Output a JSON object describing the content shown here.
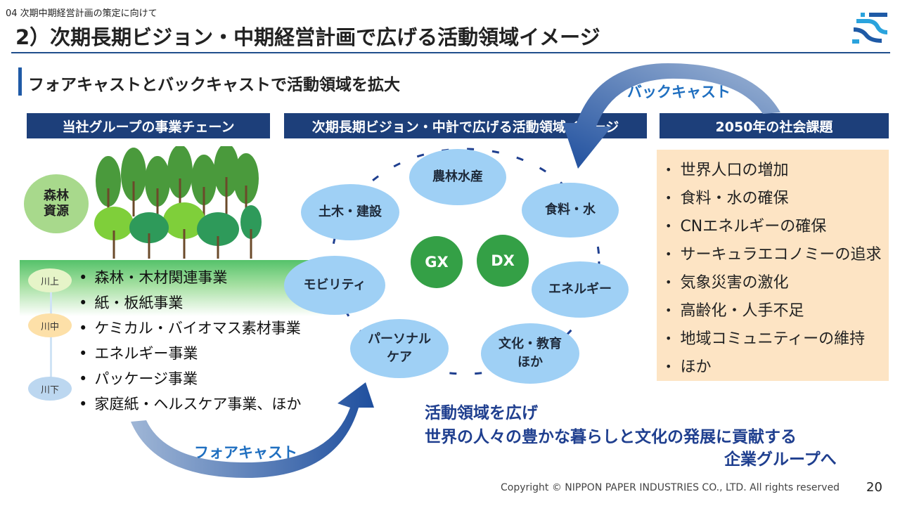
{
  "header": {
    "section": "04  次期中期経営計画の策定に向けて",
    "title": "2）次期長期ビジョン・中期経営計画で広げる活動領域イメージ",
    "subtitle": "フォアキャストとバックキャストで活動領域を拡大"
  },
  "columns": {
    "left": "当社グループの事業チェーン",
    "center": "次期長期ビジョン・中計で広げる活動領域イメージ",
    "right": "2050年の社会課題"
  },
  "forest": {
    "label_line1": "森林",
    "label_line2": "資源"
  },
  "river": {
    "upper": "川上",
    "middle": "川中",
    "lower": "川下"
  },
  "business_chain": [
    "森林・木材関連事業",
    "紙・板紙事業",
    "ケミカル・バイオマス素材事業",
    "エネルギー事業",
    "パッケージ事業",
    "家庭紙・ヘルスケア事業、ほか"
  ],
  "domains": {
    "agriculture": "農林水産",
    "food": "食料・水",
    "energy": "エネルギー",
    "culture_line1": "文化・教育",
    "culture_line2": "ほか",
    "personal_line1": "パーソナル",
    "personal_line2": "ケア",
    "mobility": "モビリティ",
    "civil": "土木・建設",
    "gx": "GX",
    "dx": "DX"
  },
  "social_issues": [
    "世界人口の増加",
    "食料・水の確保",
    "CNエネルギーの確保",
    "サーキュラエコノミーの追求",
    "気象災害の激化",
    "高齢化・人手不足",
    "地域コミュニティーの維持",
    "ほか"
  ],
  "arrows": {
    "backcast": "バックキャスト",
    "forecast": "フォアキャスト"
  },
  "conclusion": {
    "line1": "活動領域を広げ",
    "line2": "世界の人々の豊かな暮らしと文化の発展に貢献する",
    "line3": "企業グループへ"
  },
  "footer": {
    "copyright": "Copyright © NIPPON PAPER INDUSTRIES CO., LTD. All rights reserved",
    "page": "20"
  },
  "colors": {
    "navy": "#1d3f7a",
    "sky": "#9fd0f5",
    "green": "#34a046",
    "peach": "#fde4c4",
    "arrow_blue": "#1f6fc0"
  }
}
